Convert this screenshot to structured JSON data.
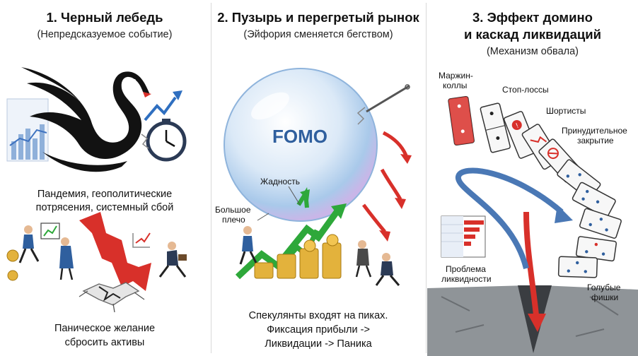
{
  "panels": [
    {
      "title": "1. Черный лебедь",
      "subtitle": "(Непредсказуемое событие)",
      "caption_top_1": "Пандемия, геополитические",
      "caption_top_2": "потрясения, системный сбой",
      "caption_bottom_1": "Паническое желание",
      "caption_bottom_2": "сбросить активы",
      "icons": [
        "black-swan",
        "clock",
        "crash-arrow",
        "ground-crack",
        "running-investor"
      ]
    },
    {
      "title": "2. Пузырь и перегретый рынок",
      "subtitle": "(Эйфория сменяется бегством)",
      "bubble_text": "FOMO",
      "label_greed": "Жадность",
      "label_leverage_1": "Большое",
      "label_leverage_2": "плечо",
      "caption_1": "Спекулянты входят на пиках.",
      "caption_2": "Фиксация прибыли ->",
      "caption_3": "Ликвидации -> Паника",
      "icons": [
        "bubble",
        "needle",
        "green-arrows",
        "coin-stacks",
        "red-arrows"
      ]
    },
    {
      "title_1": "3. Эффект домино",
      "title_2": "и каскад ликвидаций",
      "subtitle": "(Механизм обвала)",
      "label_margin_1": "Маржин-",
      "label_margin_2": "коллы",
      "label_stop": "Стоп-лоссы",
      "label_shorts": "Шортисты",
      "label_forced_1": "Принудительное",
      "label_forced_2": "закрытие",
      "label_liq_1": "Проблема",
      "label_liq_2": "ликвидности",
      "label_blue_1": "Голубые",
      "label_blue_2": "фишки",
      "icons": [
        "dominoes",
        "curved-arrow",
        "red-down-arrow",
        "order-book",
        "chasm"
      ]
    }
  ],
  "colors": {
    "red": "#d8302a",
    "green": "#2ea83a",
    "blue": "#2f5f9e",
    "swan": "#121212"
  }
}
